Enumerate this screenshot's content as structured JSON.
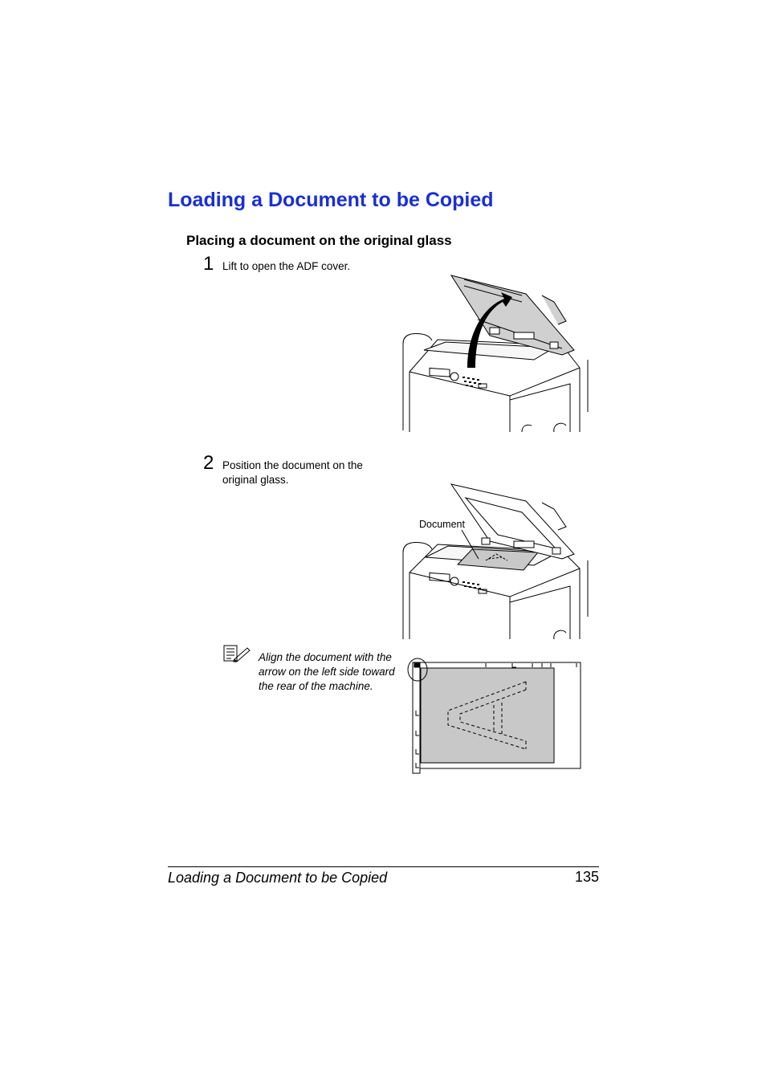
{
  "page": {
    "title": "Loading a Document to be Copied",
    "section_title": "Placing a document on the original glass",
    "steps": [
      {
        "number": "1",
        "text": "Lift to open the ADF cover."
      },
      {
        "number": "2",
        "text": "Position the document on the original glass."
      }
    ],
    "figure_label": "Document",
    "note": "Align the document with the arrow on the left side toward the rear of the machine.",
    "note_icon": "note-pencil-icon"
  },
  "footer": {
    "title": "Loading a Document to be Copied",
    "page_number": "135"
  }
}
